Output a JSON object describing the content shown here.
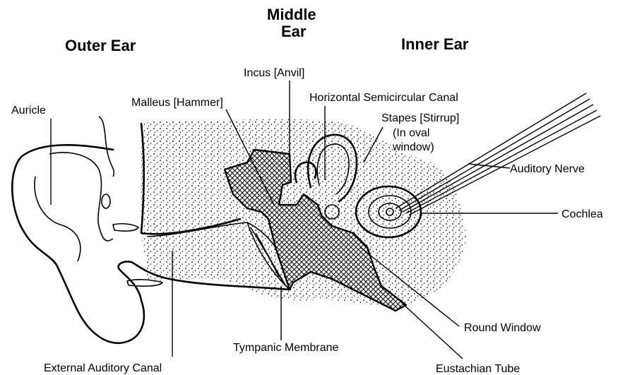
{
  "headers": {
    "outer": "Outer Ear",
    "middle_line1": "Middle",
    "middle_line2": "Ear",
    "inner": "Inner Ear"
  },
  "labels": {
    "auricle": "Auricle",
    "malleus": "Malleus [Hammer]",
    "incus": "Incus [Anvil]",
    "horizontal_canal": "Horizontal Semicircular Canal",
    "stapes_line1": "Stapes [Stirrup]",
    "stapes_line2": "(In oval",
    "stapes_line3": "window)",
    "auditory_nerve": "Auditory Nerve",
    "cochlea": "Cochlea",
    "round_window": "Round Window",
    "tympanic": "Tympanic Membrane",
    "external_canal": "External Auditory Canal",
    "eustachian": "Eustachian Tube"
  }
}
